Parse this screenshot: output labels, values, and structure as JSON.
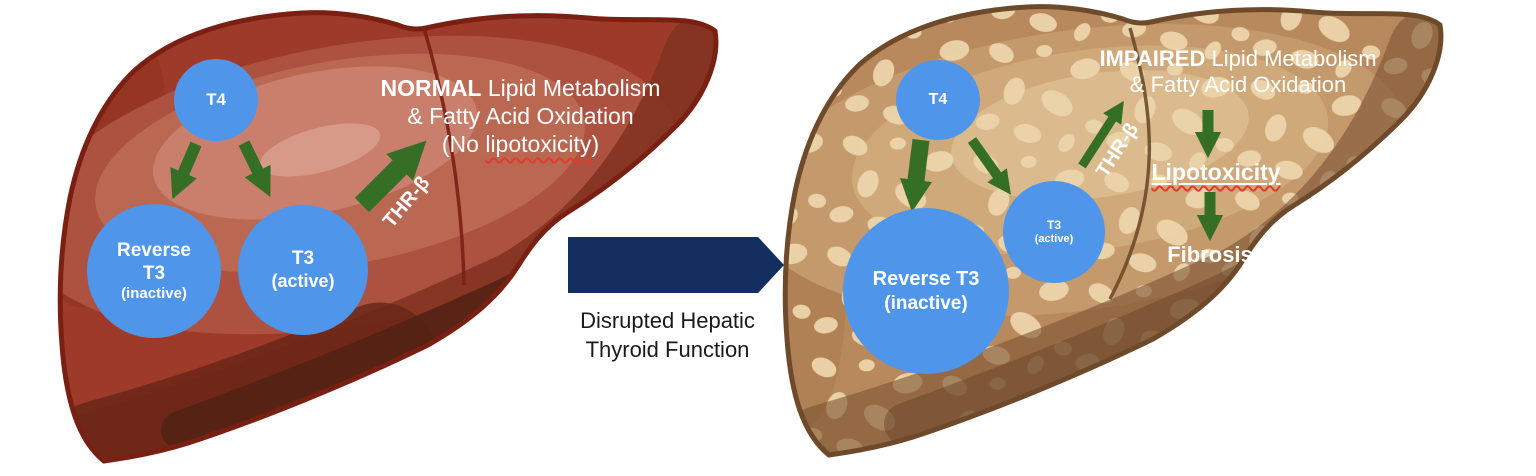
{
  "figure": {
    "left": {
      "heading": {
        "bold": "NORMAL",
        "rest": " Lipid Metabolism",
        "line2": "& Fatty Acid Oxidation",
        "line3_prefix": "(No ",
        "line3_word": "lipotoxicity",
        "line3_suffix": ")"
      },
      "nodes": {
        "t4": "T4",
        "reverse_t3": [
          "Reverse",
          "T3",
          "(inactive)"
        ],
        "t3": [
          "T3",
          "(active)"
        ]
      },
      "thr_label": "THR-β"
    },
    "center": {
      "caption_line1": "Disrupted Hepatic",
      "caption_line2": "Thyroid Function"
    },
    "right": {
      "heading": {
        "bold": "IMPAIRED",
        "rest": " Lipid Metabolism",
        "line2": "& Fatty Acid Oxidation"
      },
      "nodes": {
        "t4": "T4",
        "reverse_t3": [
          "Reverse T3",
          "(inactive)"
        ],
        "t3": [
          "T3",
          "(active)"
        ]
      },
      "thr_label": "THR-β",
      "lipotoxicity": "Lipotoxicity",
      "fibrosis": "Fibrosis"
    }
  },
  "colors": {
    "circle_blue": "#4f95e9",
    "arrow_green": "#356f25",
    "center_arrow_navy": "#132e5f",
    "spellcheck_red": "#e23b2e",
    "healthy_liver_red": "#9e3a29",
    "fatty_liver_tan": "#b8895c"
  }
}
